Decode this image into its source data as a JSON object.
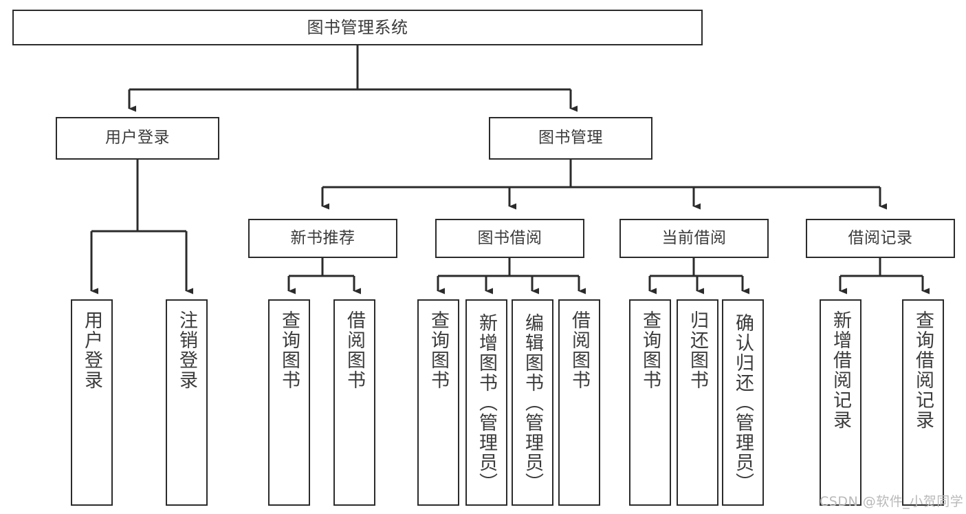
{
  "diagram": {
    "title": "图书管理系统",
    "type": "tree-hierarchy-chart",
    "line_color": "#2b2b2b",
    "box_fill": "#ffffff",
    "text_color": "#3b3b3b",
    "nodes": {
      "root": {
        "label": "图书管理系统"
      },
      "level2": [
        {
          "label": "用户登录"
        },
        {
          "label": "图书管理"
        }
      ],
      "level3": [
        {
          "label": "新书推荐"
        },
        {
          "label": "图书借阅"
        },
        {
          "label": "当前借阅"
        },
        {
          "label": "借阅记录"
        }
      ],
      "leaves": {
        "user_login": [
          {
            "label": "用户登录"
          },
          {
            "label": "注销登录"
          }
        ],
        "new_book_recommend": [
          {
            "label": "查询图书"
          },
          {
            "label": "借阅图书"
          }
        ],
        "book_borrow": [
          {
            "label": "查询图书"
          },
          {
            "label": "新增图书（管理员）"
          },
          {
            "label": "编辑图书（管理员）"
          },
          {
            "label": "借阅图书"
          }
        ],
        "current_borrow": [
          {
            "label": "查询图书"
          },
          {
            "label": "归还图书"
          },
          {
            "label": "确认归还（管理员）"
          }
        ],
        "borrow_records": [
          {
            "label": "新增借阅记录"
          },
          {
            "label": "查询借阅记录"
          }
        ]
      }
    }
  },
  "watermark": {
    "text": "CSDN @软件_小贺同学"
  }
}
